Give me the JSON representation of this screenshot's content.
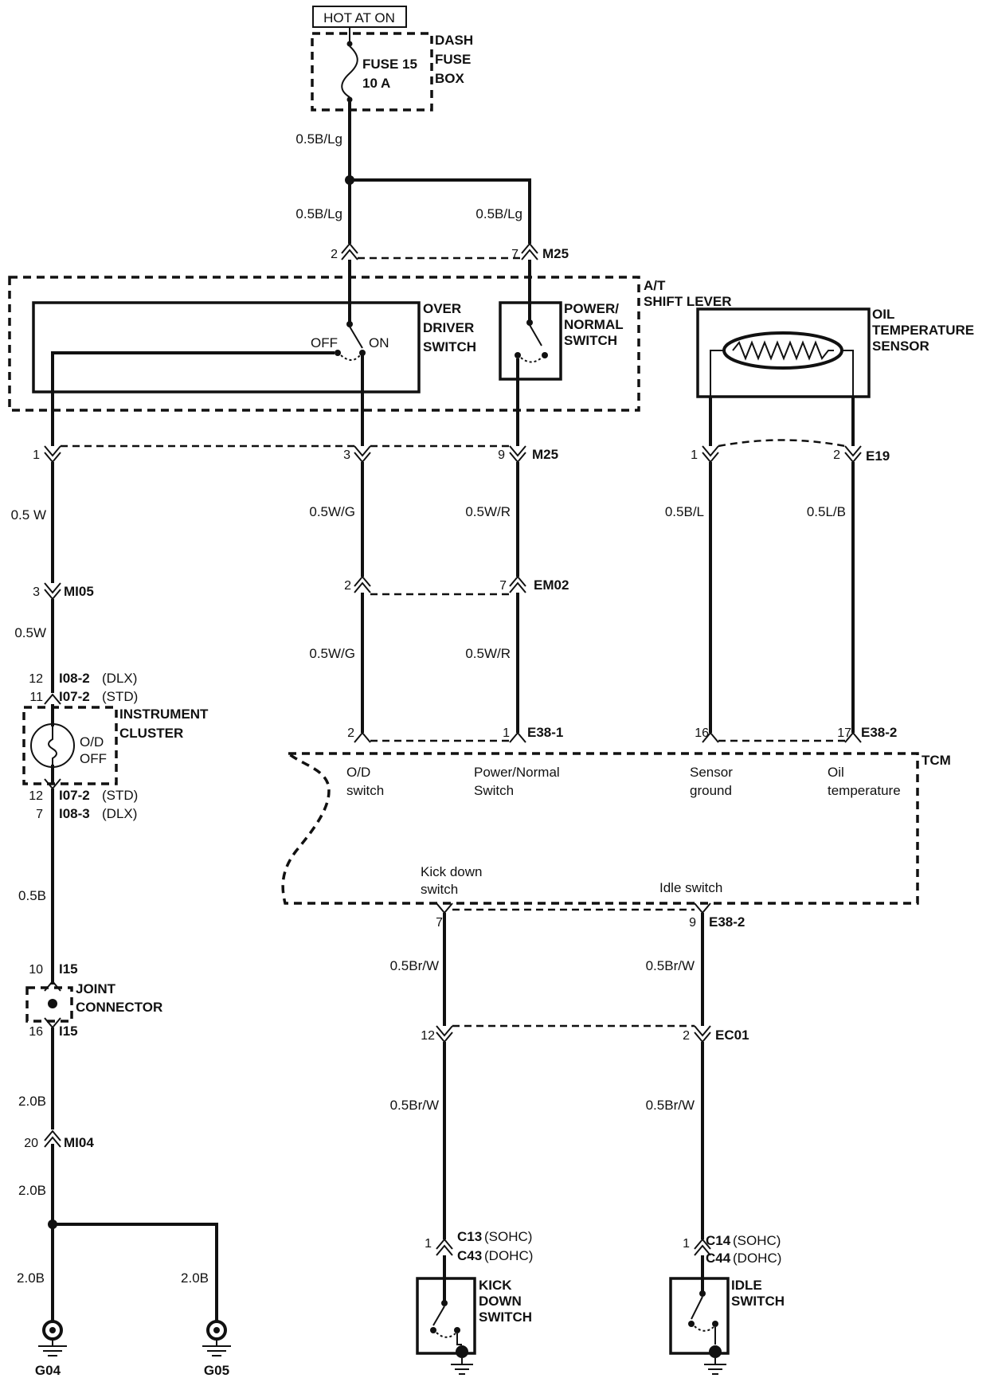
{
  "power": {
    "hot_at_on": "HOT AT ON",
    "fuse": "FUSE 15",
    "fuse_rating": "10 A",
    "dash_fuse_box": [
      "DASH",
      "FUSE",
      "BOX"
    ]
  },
  "components": {
    "at_shift_lever": [
      "A/T",
      "SHIFT LEVER"
    ],
    "over_driver_switch": [
      "OVER",
      "DRIVER",
      "SWITCH"
    ],
    "power_normal_switch": [
      "POWER/",
      "NORMAL",
      "SWITCH"
    ],
    "oil_temperature_sensor": [
      "OIL",
      "TEMPERATURE",
      "SENSOR"
    ],
    "instrument_cluster": [
      "INSTRUMENT",
      "CLUSTER"
    ],
    "od_off_lamp": [
      "O/D",
      "OFF"
    ],
    "joint_connector": [
      "JOINT",
      "CONNECTOR"
    ],
    "tcm": "TCM",
    "kick_down_switch": [
      "KICK",
      "DOWN",
      "SWITCH"
    ],
    "idle_switch": [
      "IDLE",
      "SWITCH"
    ],
    "switch_off": "OFF",
    "switch_on": "ON"
  },
  "tcm_terminals": {
    "od_switch": [
      "O/D",
      "switch"
    ],
    "power_normal_switch": [
      "Power/Normal",
      "Switch"
    ],
    "sensor_ground": [
      "Sensor",
      "ground"
    ],
    "oil_temperature": [
      "Oil",
      "temperature"
    ],
    "kick_down_switch": [
      "Kick down",
      "switch"
    ],
    "idle_switch": "Idle switch"
  },
  "wires": {
    "b_lg_main": "0.5B/Lg",
    "b_lg_left": "0.5B/Lg",
    "b_lg_right": "0.5B/Lg",
    "w_upper": "0.5 W",
    "w_lower": "0.5W",
    "wg_upper": "0.5W/G",
    "wg_lower": "0.5W/G",
    "wr_upper": "0.5W/R",
    "wr_lower": "0.5W/R",
    "bl": "0.5B/L",
    "lb": "0.5L/B",
    "b_cluster": "0.5B",
    "b2_a": "2.0B",
    "b2_b": "2.0B",
    "b2_c": "2.0B",
    "b2_d": "2.0B",
    "brw_1": "0.5Br/W",
    "brw_2": "0.5Br/W",
    "brw_3": "0.5Br/W",
    "brw_4": "0.5Br/W"
  },
  "connectors": {
    "m25_top": {
      "id": "M25",
      "pin_left": "2",
      "pin_right": "7"
    },
    "m25_bottom": {
      "id": "M25",
      "pin_a": "1",
      "pin_b": "3",
      "pin_c": "9"
    },
    "e19": {
      "id": "E19",
      "pin_left": "1",
      "pin_right": "2"
    },
    "mi05": {
      "id": "MI05",
      "pin": "3"
    },
    "em02": {
      "id": "EM02",
      "pin_left": "2",
      "pin_right": "7"
    },
    "i08_2": {
      "id": "I08-2",
      "variant": "(DLX)",
      "pin": "12"
    },
    "i07_2_top": {
      "id": "I07-2",
      "variant": "(STD)",
      "pin": "11"
    },
    "i07_2_bottom": {
      "id": "I07-2",
      "variant": "(STD)",
      "pin": "12"
    },
    "i08_3": {
      "id": "I08-3",
      "variant": "(DLX)",
      "pin": "7"
    },
    "e38_1": {
      "id": "E38-1",
      "pin_left": "2",
      "pin_right": "1"
    },
    "e38_2_top": {
      "id": "E38-2",
      "pin_left": "16",
      "pin_right": "17"
    },
    "e38_2_bottom": {
      "id": "E38-2",
      "pin_left": "7",
      "pin_right": "9"
    },
    "i15_top": {
      "id": "I15",
      "pin": "10"
    },
    "i15_bottom": {
      "id": "I15",
      "pin": "16"
    },
    "ec01": {
      "id": "EC01",
      "pin_left": "12",
      "pin_right": "2"
    },
    "mi04": {
      "id": "MI04",
      "pin": "20"
    },
    "c13": {
      "id": "C13",
      "variant": "(SOHC)",
      "pin": "1"
    },
    "c43": {
      "id": "C43",
      "variant": "(DOHC)"
    },
    "c14": {
      "id": "C14",
      "variant": "(SOHC)",
      "pin": "1"
    },
    "c44": {
      "id": "C44",
      "variant": "(DOHC)"
    }
  },
  "grounds": {
    "g04": "G04",
    "g05": "G05"
  }
}
